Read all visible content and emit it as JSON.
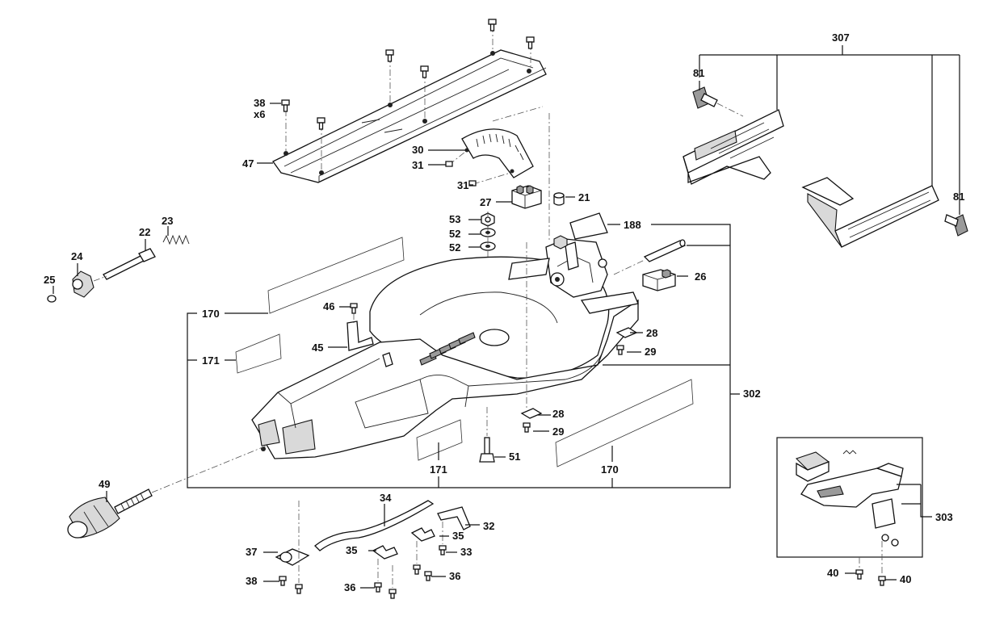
{
  "callouts": {
    "c307": "307",
    "c81a": "81",
    "c81b": "81",
    "c38a": "38",
    "c38x6": "x6",
    "c47": "47",
    "c30": "30",
    "c31a": "31",
    "c31b": "31",
    "c27": "27",
    "c21": "21",
    "c53": "53",
    "c52a": "52",
    "c52b": "52",
    "c188": "188",
    "c26": "26",
    "c22": "22",
    "c23": "23",
    "c24": "24",
    "c25": "25",
    "c170a": "170",
    "c46": "46",
    "c45": "45",
    "c171a": "171",
    "c28a": "28",
    "c29a": "29",
    "c302": "302",
    "c28b": "28",
    "c29b": "29",
    "c51": "51",
    "c171b": "171",
    "c170b": "170",
    "c49": "49",
    "c34": "34",
    "c32": "32",
    "c35a": "35",
    "c35b": "35",
    "c37": "37",
    "c33": "33",
    "c38b": "38",
    "c36a": "36",
    "c36b": "36",
    "c303": "303",
    "c40a": "40",
    "c40b": "40"
  },
  "colors": {
    "line": "#111111",
    "background": "#ffffff",
    "fill_light": "#d9d9d9",
    "fill_dark": "#9a9a9a"
  }
}
